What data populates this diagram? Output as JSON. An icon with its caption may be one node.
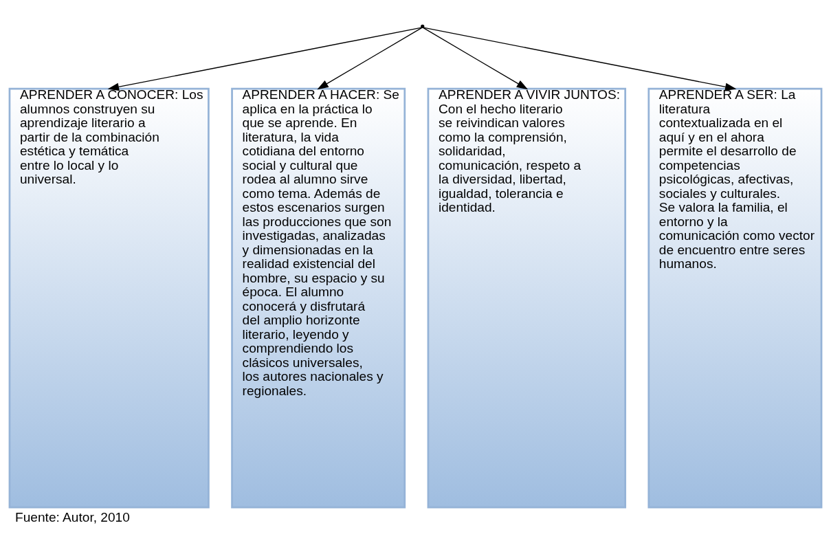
{
  "diagram": {
    "caption": "Fuente: Autor, 2010",
    "nodes": [
      {
        "text": [],
        "shape": "point"
      },
      {
        "text": [
          "APRENDER A CONOCER: Los alumnos construyen su aprendizaje literario a partir de la combinación estética y temática entre lo local y lo universal."
        ]
      },
      {
        "text": [
          "APRENDER A HACER: Se aplica en la práctica lo que se aprende. En literatura, la vida cotidiana del entorno social y cultural que rodea al alumno sirve como tema. Además de estos escenarios surgen las producciones que son investigadas, analizadas y dimensionadas en la realidad existencial del hombre, su espacio y su época. El alumno conocerá y disfrutará del amplio horizonte literario, leyendo y comprendiendo los clásicos universales, los autores nacionales y regionales."
        ]
      },
      {
        "text": [
          "APRENDER A VIVIR JUNTOS: Con el hecho literario se reivindican valores como la comprensión, solidaridad, comunicación, respeto a la diversidad, libertad, igualdad, tolerancia e identidad."
        ]
      },
      {
        "text": [
          "APRENDER A SER: La literatura contextualizada en el aquí y en el ahora permite el desarrollo de competencias psicológicas, afectivas, sociales y culturales. Se valora la familia, el entorno y la comunicación como vector de encuentro entre seres humanos."
        ]
      }
    ],
    "edges": [
      {
        "from": 0,
        "to": 1,
        "arrow": "to"
      },
      {
        "from": 0,
        "to": 2,
        "arrow": "to"
      },
      {
        "from": 0,
        "to": 3,
        "arrow": "to"
      },
      {
        "from": 0,
        "to": 4,
        "arrow": "to"
      }
    ]
  }
}
